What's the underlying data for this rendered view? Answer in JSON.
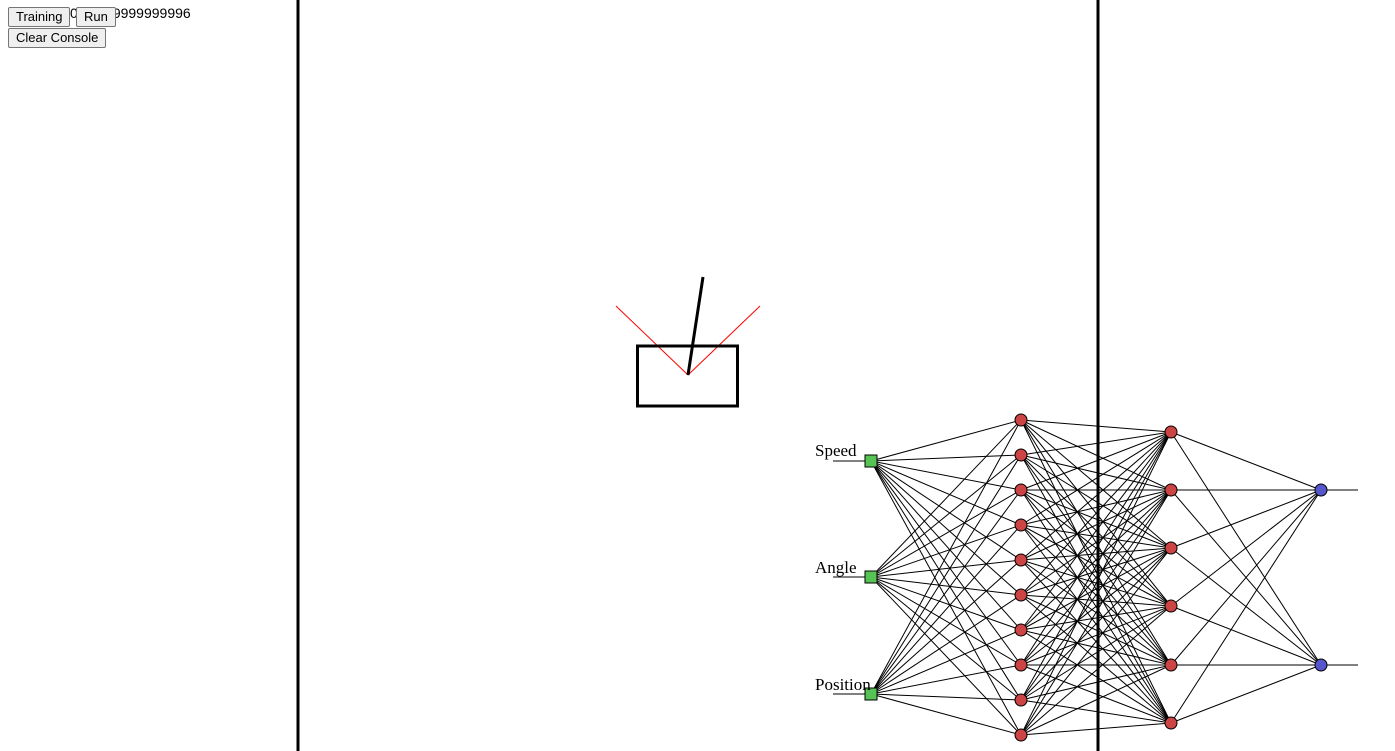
{
  "console": {
    "output_text": "0.49999999999996"
  },
  "toolbar": {
    "training_label": "Training",
    "run_label": "Run",
    "clear_console_label": "Clear Console"
  },
  "network": {
    "input_labels": [
      "Speed",
      "Angle",
      "Position"
    ],
    "layer_sizes": [
      3,
      10,
      6,
      2
    ],
    "colors": {
      "input_node": "#55c455",
      "hidden_node": "#cc4444",
      "output_node": "#5555cc",
      "edge": "#000000"
    }
  },
  "simulation": {
    "sensor_ray_color": "#ff0000",
    "cart_color": "#000000"
  }
}
